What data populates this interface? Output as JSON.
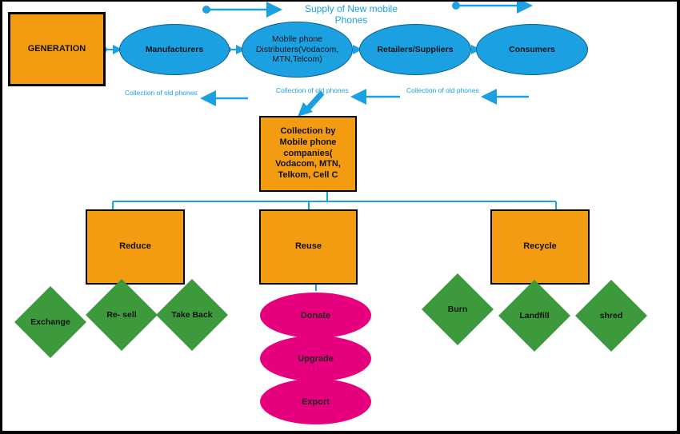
{
  "supply_label": "Supply of New mobile Phones",
  "chain": {
    "generation": "GENERATION",
    "manufacturers": "Manufacturers",
    "distributors": "Mobile phone Distributers(Vodacom, MTN,Telcom)",
    "retailers": "Retailers/Suppliers",
    "consumers": "Consumers"
  },
  "collection_notes": [
    "Collection of old phones",
    "Collection of old phones",
    "Collection of old phones"
  ],
  "collection_box": "Collection by Mobile phone companies( Vodacom, MTN, Telkom, Cell C",
  "strategies": {
    "reduce": "Reduce",
    "reuse": "Reuse",
    "recycle": "Recycle"
  },
  "reduce_actions": [
    "Exchange",
    "Re- sell",
    "Take Back"
  ],
  "reuse_actions": [
    "Donate",
    "Upgrade",
    "Export"
  ],
  "recycle_actions": [
    "Burn",
    "Landfill",
    "shred"
  ],
  "colors": {
    "box": "#F39C12",
    "oval": "#1BA1E2",
    "pink": "#E6007E",
    "diamond": "#3C9A3C",
    "arrow": "#1BA1E2"
  }
}
